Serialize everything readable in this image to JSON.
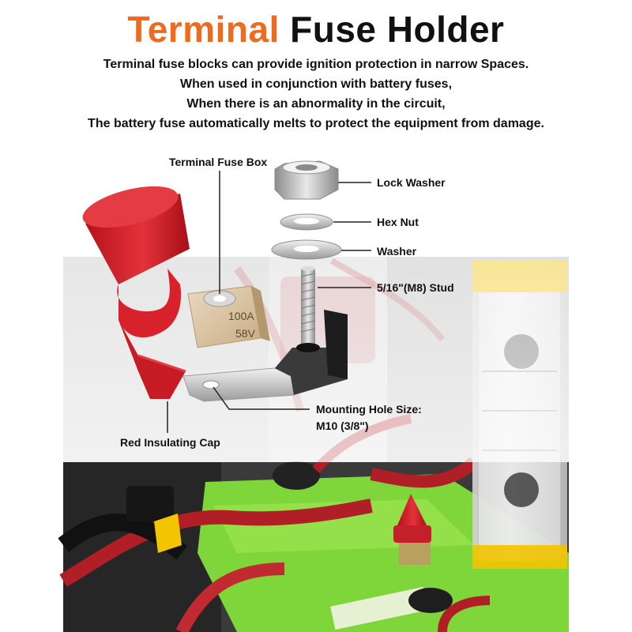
{
  "header": {
    "title_accent": "Terminal",
    "title_rest": "Fuse Holder",
    "description_lines": [
      "Terminal fuse blocks can provide ignition protection in narrow Spaces.",
      "When used in conjunction with battery fuses,",
      "When there is an abnormality in the circuit,",
      "The battery fuse automatically melts to protect the equipment from damage."
    ]
  },
  "fuse": {
    "rating": "100A",
    "voltage": "58V"
  },
  "labels": {
    "fuse_box": "Terminal Fuse Box",
    "lock_washer": "Lock Washer",
    "hex_nut": "Hex Nut",
    "washer": "Washer",
    "stud": "5/16\"(M8) Stud",
    "mounting_hole_line1": "Mounting Hole Size:",
    "mounting_hole_line2": "M10 (3/8\")",
    "red_cap": "Red Insulating Cap"
  },
  "colors": {
    "accent": "#ee6a1f",
    "cap_red": "#d8212b",
    "battery_green": "#7fd63a",
    "holder_yellow": "#f2c400"
  }
}
